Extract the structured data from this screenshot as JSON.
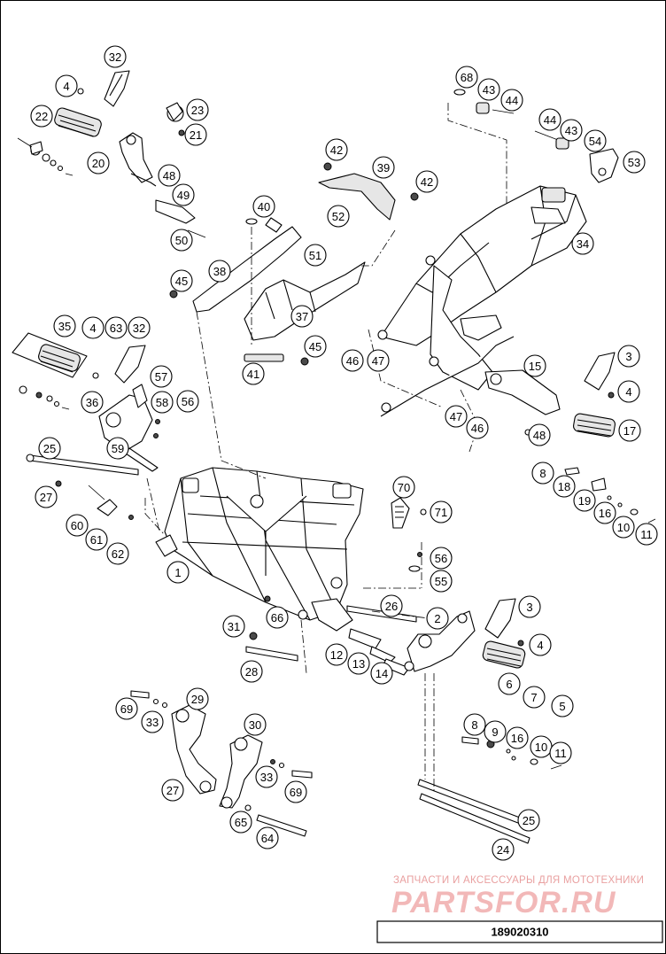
{
  "diagram": {
    "drawing_number": "189020310",
    "watermark": {
      "tagline": "ЗАПЧАСТИ И АКСЕССУАРЫ ДЛЯ МОТОТЕХНИКИ",
      "logo": "PARTSFOR.RU"
    },
    "callouts": [
      {
        "label": "32"
      },
      {
        "label": "4"
      },
      {
        "label": "22"
      },
      {
        "label": "23"
      },
      {
        "label": "21"
      },
      {
        "label": "20"
      },
      {
        "label": "48"
      },
      {
        "label": "49"
      },
      {
        "label": "50"
      },
      {
        "label": "68"
      },
      {
        "label": "43"
      },
      {
        "label": "44"
      },
      {
        "label": "44"
      },
      {
        "label": "43"
      },
      {
        "label": "54"
      },
      {
        "label": "53"
      },
      {
        "label": "42"
      },
      {
        "label": "39"
      },
      {
        "label": "42"
      },
      {
        "label": "40"
      },
      {
        "label": "52"
      },
      {
        "label": "51"
      },
      {
        "label": "34"
      },
      {
        "label": "45"
      },
      {
        "label": "38"
      },
      {
        "label": "37"
      },
      {
        "label": "45"
      },
      {
        "label": "41"
      },
      {
        "label": "46"
      },
      {
        "label": "47"
      },
      {
        "label": "3"
      },
      {
        "label": "4"
      },
      {
        "label": "15"
      },
      {
        "label": "47"
      },
      {
        "label": "46"
      },
      {
        "label": "48"
      },
      {
        "label": "17"
      },
      {
        "label": "35"
      },
      {
        "label": "4"
      },
      {
        "label": "63"
      },
      {
        "label": "32"
      },
      {
        "label": "57"
      },
      {
        "label": "58"
      },
      {
        "label": "56"
      },
      {
        "label": "36"
      },
      {
        "label": "25"
      },
      {
        "label": "59"
      },
      {
        "label": "27"
      },
      {
        "label": "8"
      },
      {
        "label": "18"
      },
      {
        "label": "19"
      },
      {
        "label": "16"
      },
      {
        "label": "10"
      },
      {
        "label": "11"
      },
      {
        "label": "70"
      },
      {
        "label": "71"
      },
      {
        "label": "60"
      },
      {
        "label": "61"
      },
      {
        "label": "62"
      },
      {
        "label": "1"
      },
      {
        "label": "56"
      },
      {
        "label": "55"
      },
      {
        "label": "26"
      },
      {
        "label": "3"
      },
      {
        "label": "2"
      },
      {
        "label": "31"
      },
      {
        "label": "66"
      },
      {
        "label": "4"
      },
      {
        "label": "12"
      },
      {
        "label": "13"
      },
      {
        "label": "14"
      },
      {
        "label": "28"
      },
      {
        "label": "6"
      },
      {
        "label": "7"
      },
      {
        "label": "5"
      },
      {
        "label": "29"
      },
      {
        "label": "69"
      },
      {
        "label": "33"
      },
      {
        "label": "8"
      },
      {
        "label": "9"
      },
      {
        "label": "16"
      },
      {
        "label": "10"
      },
      {
        "label": "11"
      },
      {
        "label": "30"
      },
      {
        "label": "27"
      },
      {
        "label": "33"
      },
      {
        "label": "69"
      },
      {
        "label": "65"
      },
      {
        "label": "64"
      },
      {
        "label": "25"
      },
      {
        "label": "24"
      }
    ]
  }
}
